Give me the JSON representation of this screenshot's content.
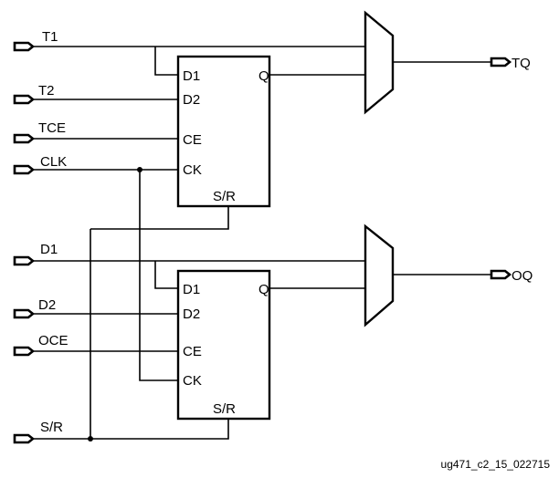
{
  "inputs": {
    "t1": "T1",
    "t2": "T2",
    "tce": "TCE",
    "clk": "CLK",
    "d1": "D1",
    "d2": "D2",
    "oce": "OCE",
    "sr": "S/R"
  },
  "outputs": {
    "tq": "TQ",
    "oq": "OQ"
  },
  "top_ff": {
    "d1": "D1",
    "d2": "D2",
    "ce": "CE",
    "ck": "CK",
    "q": "Q",
    "sr": "S/R"
  },
  "bottom_ff": {
    "d1": "D1",
    "d2": "D2",
    "ce": "CE",
    "ck": "CK",
    "q": "Q",
    "sr": "S/R"
  },
  "figure_id": "ug471_c2_15_022715"
}
